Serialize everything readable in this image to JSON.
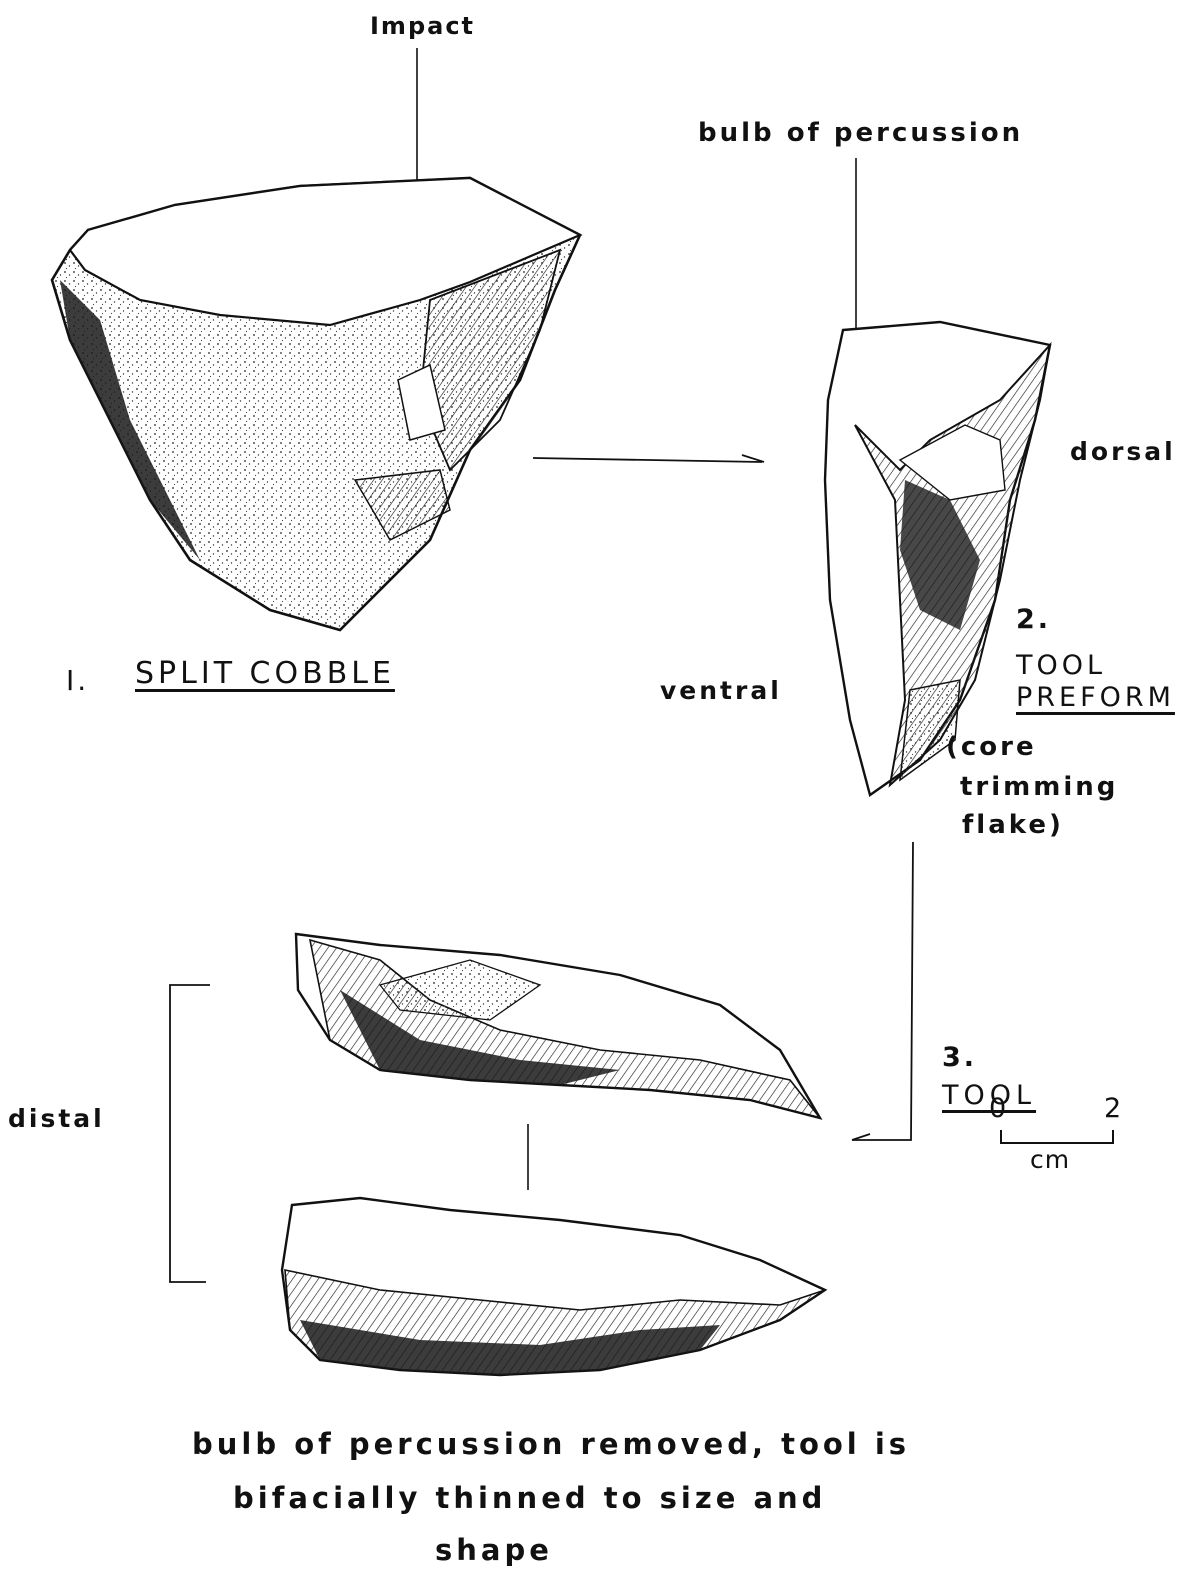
{
  "labels": {
    "impact": "Impact",
    "bulb_of_percussion": "bulb of percussion",
    "dorsal": "dorsal",
    "ventral": "ventral",
    "distal": "distal",
    "split_cobble_number": "I.",
    "split_cobble": "SPLIT COBBLE",
    "tool_preform_number": "2.",
    "tool_preform_line1": "TOOL",
    "tool_preform_line2": "PREFORM",
    "tool_preform_note_line1": "(core",
    "tool_preform_note_line2": "trimming",
    "tool_preform_note_line3": "flake)",
    "tool_number": "3.",
    "tool": "TOOL",
    "caption_line1": "bulb of percussion removed, tool is",
    "caption_line2": "bifacially thinned to size and",
    "caption_line3": "shape"
  },
  "scale_bar": {
    "start_label": "0",
    "end_label": "2",
    "unit": "cm"
  }
}
